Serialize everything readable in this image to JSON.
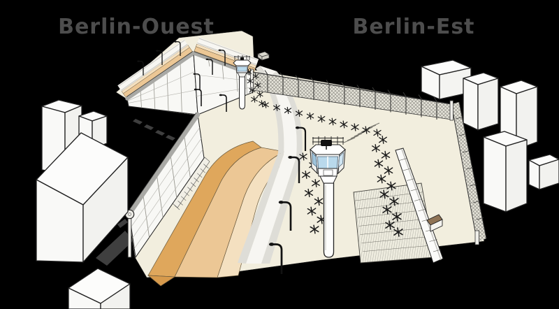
{
  "labels": {
    "west": "Berlin-Ouest",
    "east": "Berlin-Est"
  },
  "colors": {
    "background": "#000000",
    "label_text": "#4d4d4d",
    "ground": "#f2eede",
    "sand_dark": "#dfa75c",
    "sand_mid": "#ecc795",
    "sand_light": "#f4e0c0",
    "patrol_road_white": "#f7f6f2",
    "patrol_road_gray": "#deddd7",
    "wall_face": "#f8f8f5",
    "wall_cap_pipe": "#a9a9a5",
    "watchtower_window_blue": "#b9d9ec",
    "building_white": "#fbfbf9",
    "wall_shadow": "#3f3f3f",
    "hedgehog_black": "#1a1a1a"
  },
  "elements": {
    "west_side_label": "Berlin-Ouest",
    "east_side_label": "Berlin-Est",
    "icon_names": [
      "watchtower-icon",
      "czech-hedgehog-icon",
      "street-lamp-icon",
      "chain-link-fence",
      "border-wall-pipe-top"
    ]
  }
}
